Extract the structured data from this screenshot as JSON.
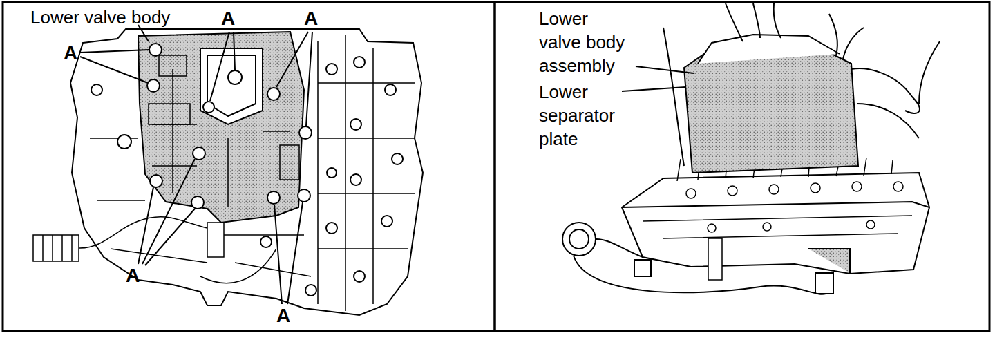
{
  "diagram": {
    "labels": [
      "Lower valve body",
      "A",
      "A",
      "A",
      "A",
      "A",
      "Lower valve body assembly",
      "Lower separator plate"
    ]
  }
}
